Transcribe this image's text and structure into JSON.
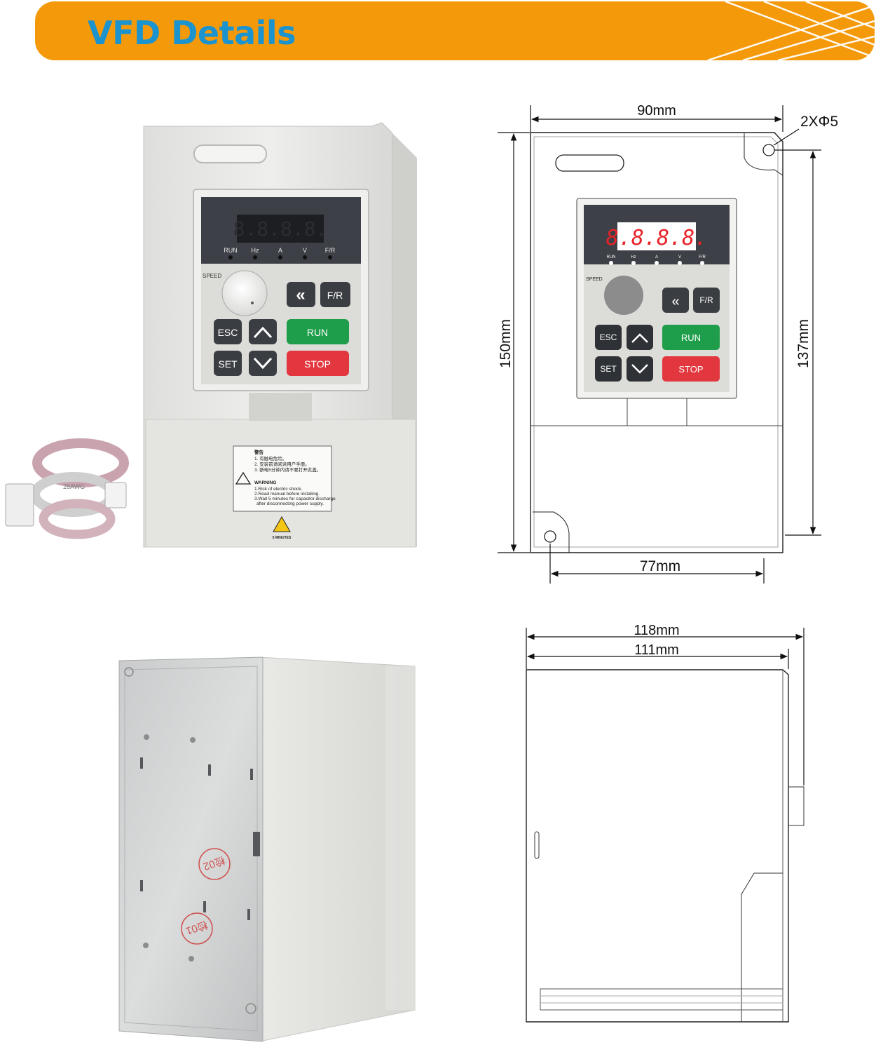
{
  "banner": {
    "title": "VFD Details",
    "color": "#f49a0a",
    "title_color": "#1a93cf"
  },
  "keypad": {
    "indicators": [
      "RUN",
      "Hz",
      "A",
      "V",
      "F/R"
    ],
    "knob_label": "SPEED",
    "display": "8.8.8.8.",
    "buttons": {
      "back": "«",
      "fr": "F/R",
      "esc": "ESC",
      "run": "RUN",
      "set": "SET",
      "stop": "STOP"
    },
    "keys": {
      "up": "up-arrow-icon",
      "down": "down-arrow-icon"
    }
  },
  "label": {
    "warning_cn": "警告",
    "cn_lines": [
      "1. 有触电危险。",
      "2. 安装前请阅读用户手册。",
      "3. 断电5分钟内请不要打开此盖。"
    ],
    "warning_en": "WARNING",
    "en_lines": [
      "1.Risk of electric shock.",
      "2.Read manual before installing.",
      "3.Wait 5 minutes for capacitor discharge",
      "after disconnecting power supply."
    ],
    "hazard_caption": "5 MINUTES"
  },
  "cable_text": "28AWG",
  "stamps": [
    "检02",
    "检01"
  ],
  "front_dims": {
    "width_top": "90mm",
    "holes": "2XΦ5",
    "height": "150mm",
    "hole_pitch_v": "137mm",
    "hole_pitch_h": "77mm"
  },
  "side_dims": {
    "depth_total": "118mm",
    "depth_body": "111mm"
  },
  "colors": {
    "run_green": "#1e9e4a",
    "stop_red": "#e2373e",
    "keypad_dark": "#3a3d42",
    "led_red": "#e8232a"
  }
}
